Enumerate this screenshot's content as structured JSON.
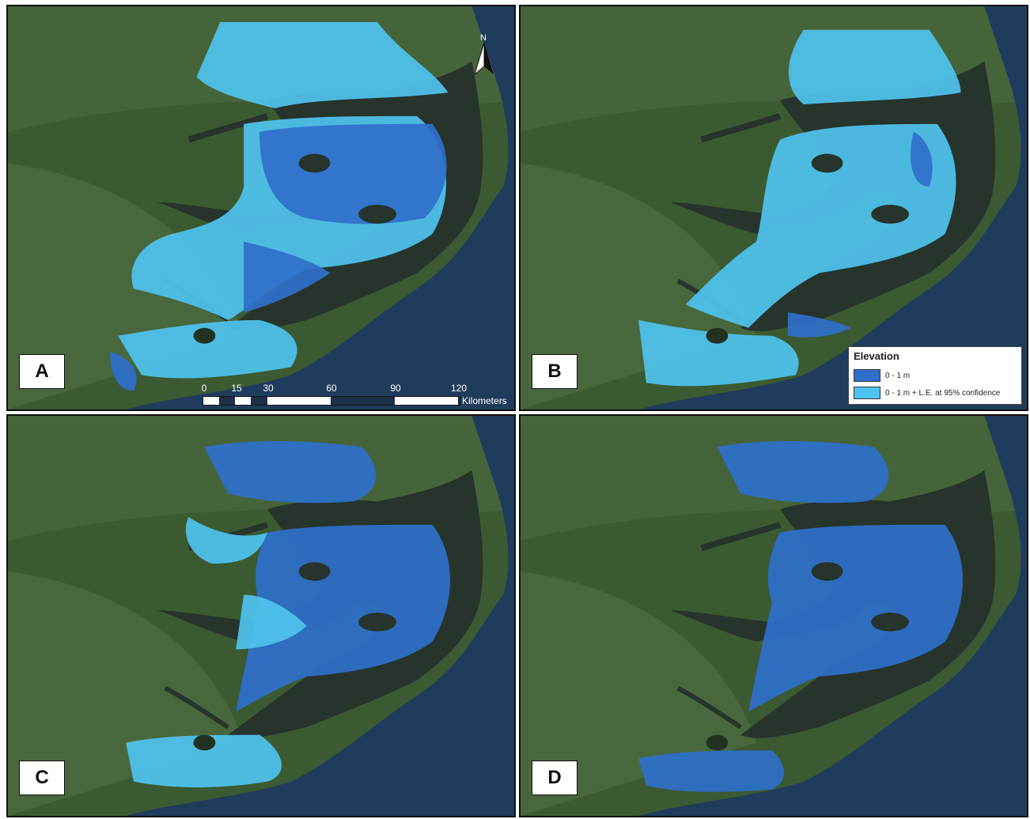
{
  "colors": {
    "elevation_0_1m": "#2f6fcb",
    "elevation_0_1m_le95": "#4fc3ef",
    "land": "#3b5a32",
    "water_sound": "#26342c",
    "ocean": "#1f3c5c"
  },
  "panels": [
    {
      "id": "A",
      "label": "A",
      "show_scale": true,
      "show_north": true,
      "show_legend": false
    },
    {
      "id": "B",
      "label": "B",
      "show_scale": false,
      "show_north": false,
      "show_legend": true
    },
    {
      "id": "C",
      "label": "C",
      "show_scale": false,
      "show_north": false,
      "show_legend": false
    },
    {
      "id": "D",
      "label": "D",
      "show_scale": false,
      "show_north": false,
      "show_legend": false
    }
  ],
  "north_arrow": {
    "letter": "N"
  },
  "scale_bar": {
    "ticks": [
      "0",
      "15",
      "30",
      "60",
      "90",
      "120"
    ],
    "unit": "Kilometers"
  },
  "legend": {
    "title": "Elevation",
    "items": [
      {
        "label": "0 - 1 m",
        "color": "#2f6fcb"
      },
      {
        "label": "0 - 1 m + L.E. at 95% confidence",
        "color": "#4fc3ef"
      }
    ]
  }
}
